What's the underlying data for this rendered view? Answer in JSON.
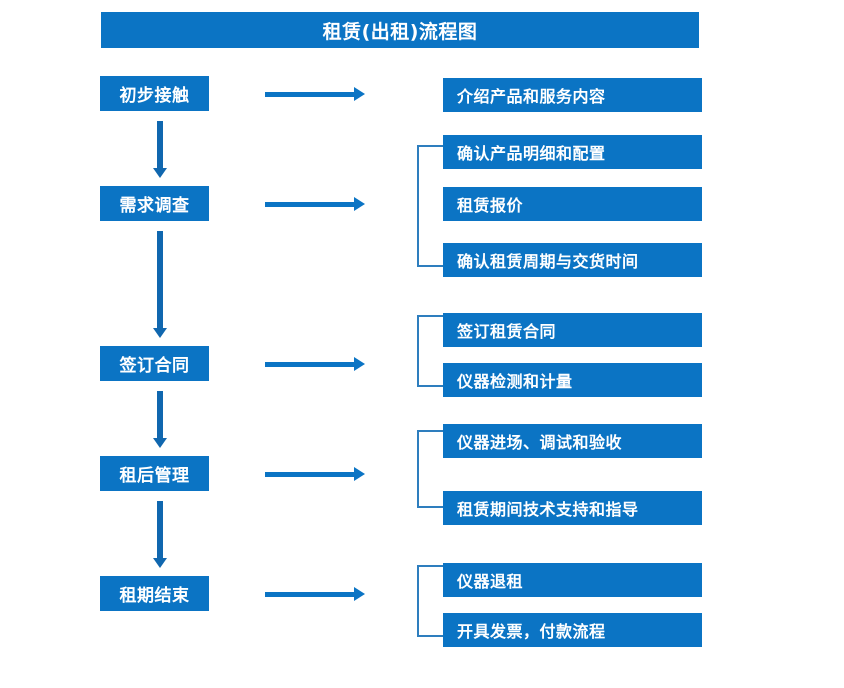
{
  "document": {
    "title": "租赁(出租)流程图",
    "accent_color": "#0B74C4",
    "bracket_color": "#2E7EBE",
    "arrow_color": "#1067AF",
    "text_color": "#FFFFFF",
    "background_color": "#FFFFFF"
  },
  "flow": {
    "stages": [
      {
        "label": "初步接触"
      },
      {
        "label": "需求调查"
      },
      {
        "label": "签订合同"
      },
      {
        "label": "租后管理"
      },
      {
        "label": "租期结束"
      }
    ],
    "details": [
      {
        "label": "介绍产品和服务内容"
      },
      {
        "label": "确认产品明细和配置"
      },
      {
        "label": "租赁报价"
      },
      {
        "label": "确认租赁周期与交货时间"
      },
      {
        "label": "签订租赁合同"
      },
      {
        "label": "仪器检测和计量"
      },
      {
        "label": "仪器进场、调试和验收"
      },
      {
        "label": "租赁期间技术支持和指导"
      },
      {
        "label": "仪器退租"
      },
      {
        "label": "开具发票，付款流程"
      }
    ],
    "groups": [
      {
        "stage": "初步接触",
        "details": [
          "介绍产品和服务内容"
        ]
      },
      {
        "stage": "需求调查",
        "details": [
          "确认产品明细和配置",
          "租赁报价",
          "确认租赁周期与交货时间"
        ]
      },
      {
        "stage": "签订合同",
        "details": [
          "签订租赁合同",
          "仪器检测和计量"
        ]
      },
      {
        "stage": "租后管理",
        "details": [
          "仪器进场、调试和验收",
          "租赁期间技术支持和指导"
        ]
      },
      {
        "stage": "租期结束",
        "details": [
          "仪器退租",
          "开具发票，付款流程"
        ]
      }
    ],
    "connectors": {
      "stage_to_stage": "downward-arrow",
      "stage_to_details": "rightward-arrow",
      "detail_grouping": "curly-bracket"
    }
  }
}
